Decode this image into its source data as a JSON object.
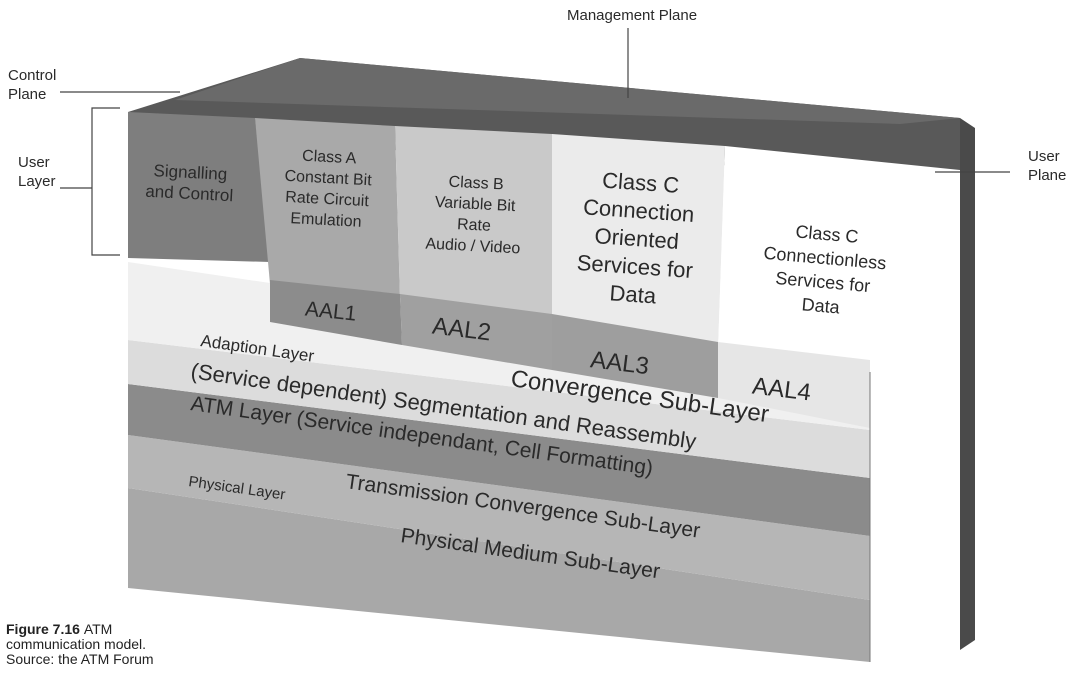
{
  "outer_labels": {
    "management_plane": "Management Plane",
    "control_plane": [
      "Control",
      "Plane"
    ],
    "user_layer": [
      "User",
      "Layer"
    ],
    "user_plane": [
      "User",
      "Plane"
    ]
  },
  "top_cells": {
    "signalling": [
      "Signalling",
      "and Control"
    ],
    "class_a": [
      "Class A",
      "Constant Bit",
      "Rate Circuit",
      "Emulation"
    ],
    "class_b": [
      "Class B",
      "Variable Bit",
      "Rate",
      "Audio / Video"
    ],
    "class_c_co": [
      "Class C",
      "Connection",
      "Oriented",
      "Services for",
      "Data"
    ],
    "class_c_cl": [
      "Class C",
      "Connectionless",
      "Services for",
      "Data"
    ]
  },
  "aal": {
    "aal1": "AAL1",
    "aal2": "AAL2",
    "aal3": "AAL3",
    "aal4": "AAL4"
  },
  "layers": {
    "adaption_layer": "Adaption Layer",
    "convergence_sublayer": "Convergence Sub-Layer",
    "segmentation": "(Service dependent) Segmentation and Reassembly",
    "atm_layer": "ATM Layer (Service independant, Cell Formatting)",
    "physical_layer": "Physical Layer",
    "transmission_convergence": "Transmission Convergence Sub-Layer",
    "physical_medium": "Physical Medium Sub-Layer"
  },
  "caption": {
    "figure_number": "Figure 7.16",
    "text_line1": "ATM",
    "text_line2": "communication model.",
    "text_line3": "Source: the ATM Forum"
  }
}
